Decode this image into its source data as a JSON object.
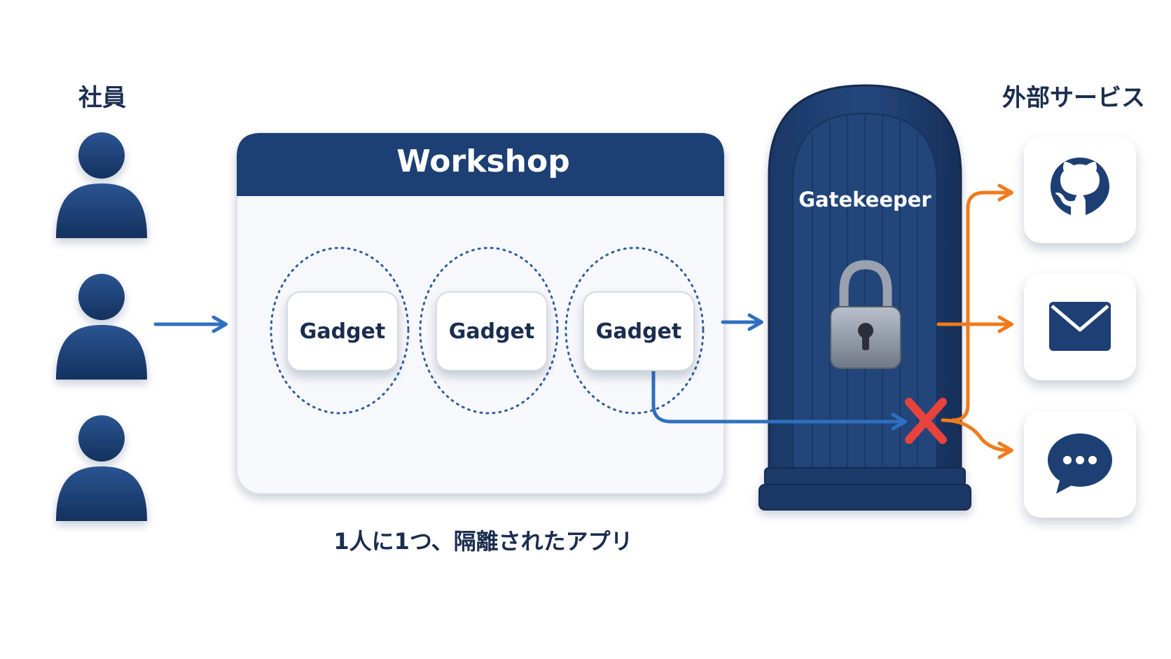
{
  "diagram": {
    "employees_label": "社員",
    "services_label": "外部サービス",
    "workshop_title": "Workshop",
    "gadgets": [
      {
        "label": "Gadget"
      },
      {
        "label": "Gadget"
      },
      {
        "label": "Gadget"
      }
    ],
    "gatekeeper_label": "Gatekeeper",
    "caption": "1人に1つ、隔離されたアプリ",
    "services": [
      {
        "icon": "github-icon"
      },
      {
        "icon": "mail-icon"
      },
      {
        "icon": "chat-icon"
      }
    ],
    "colors": {
      "navy": "#1d3f73",
      "flow_arrow": "#2f6fc0",
      "outbound_arrow": "#f07a1c",
      "blocked": "#e8423c"
    }
  }
}
